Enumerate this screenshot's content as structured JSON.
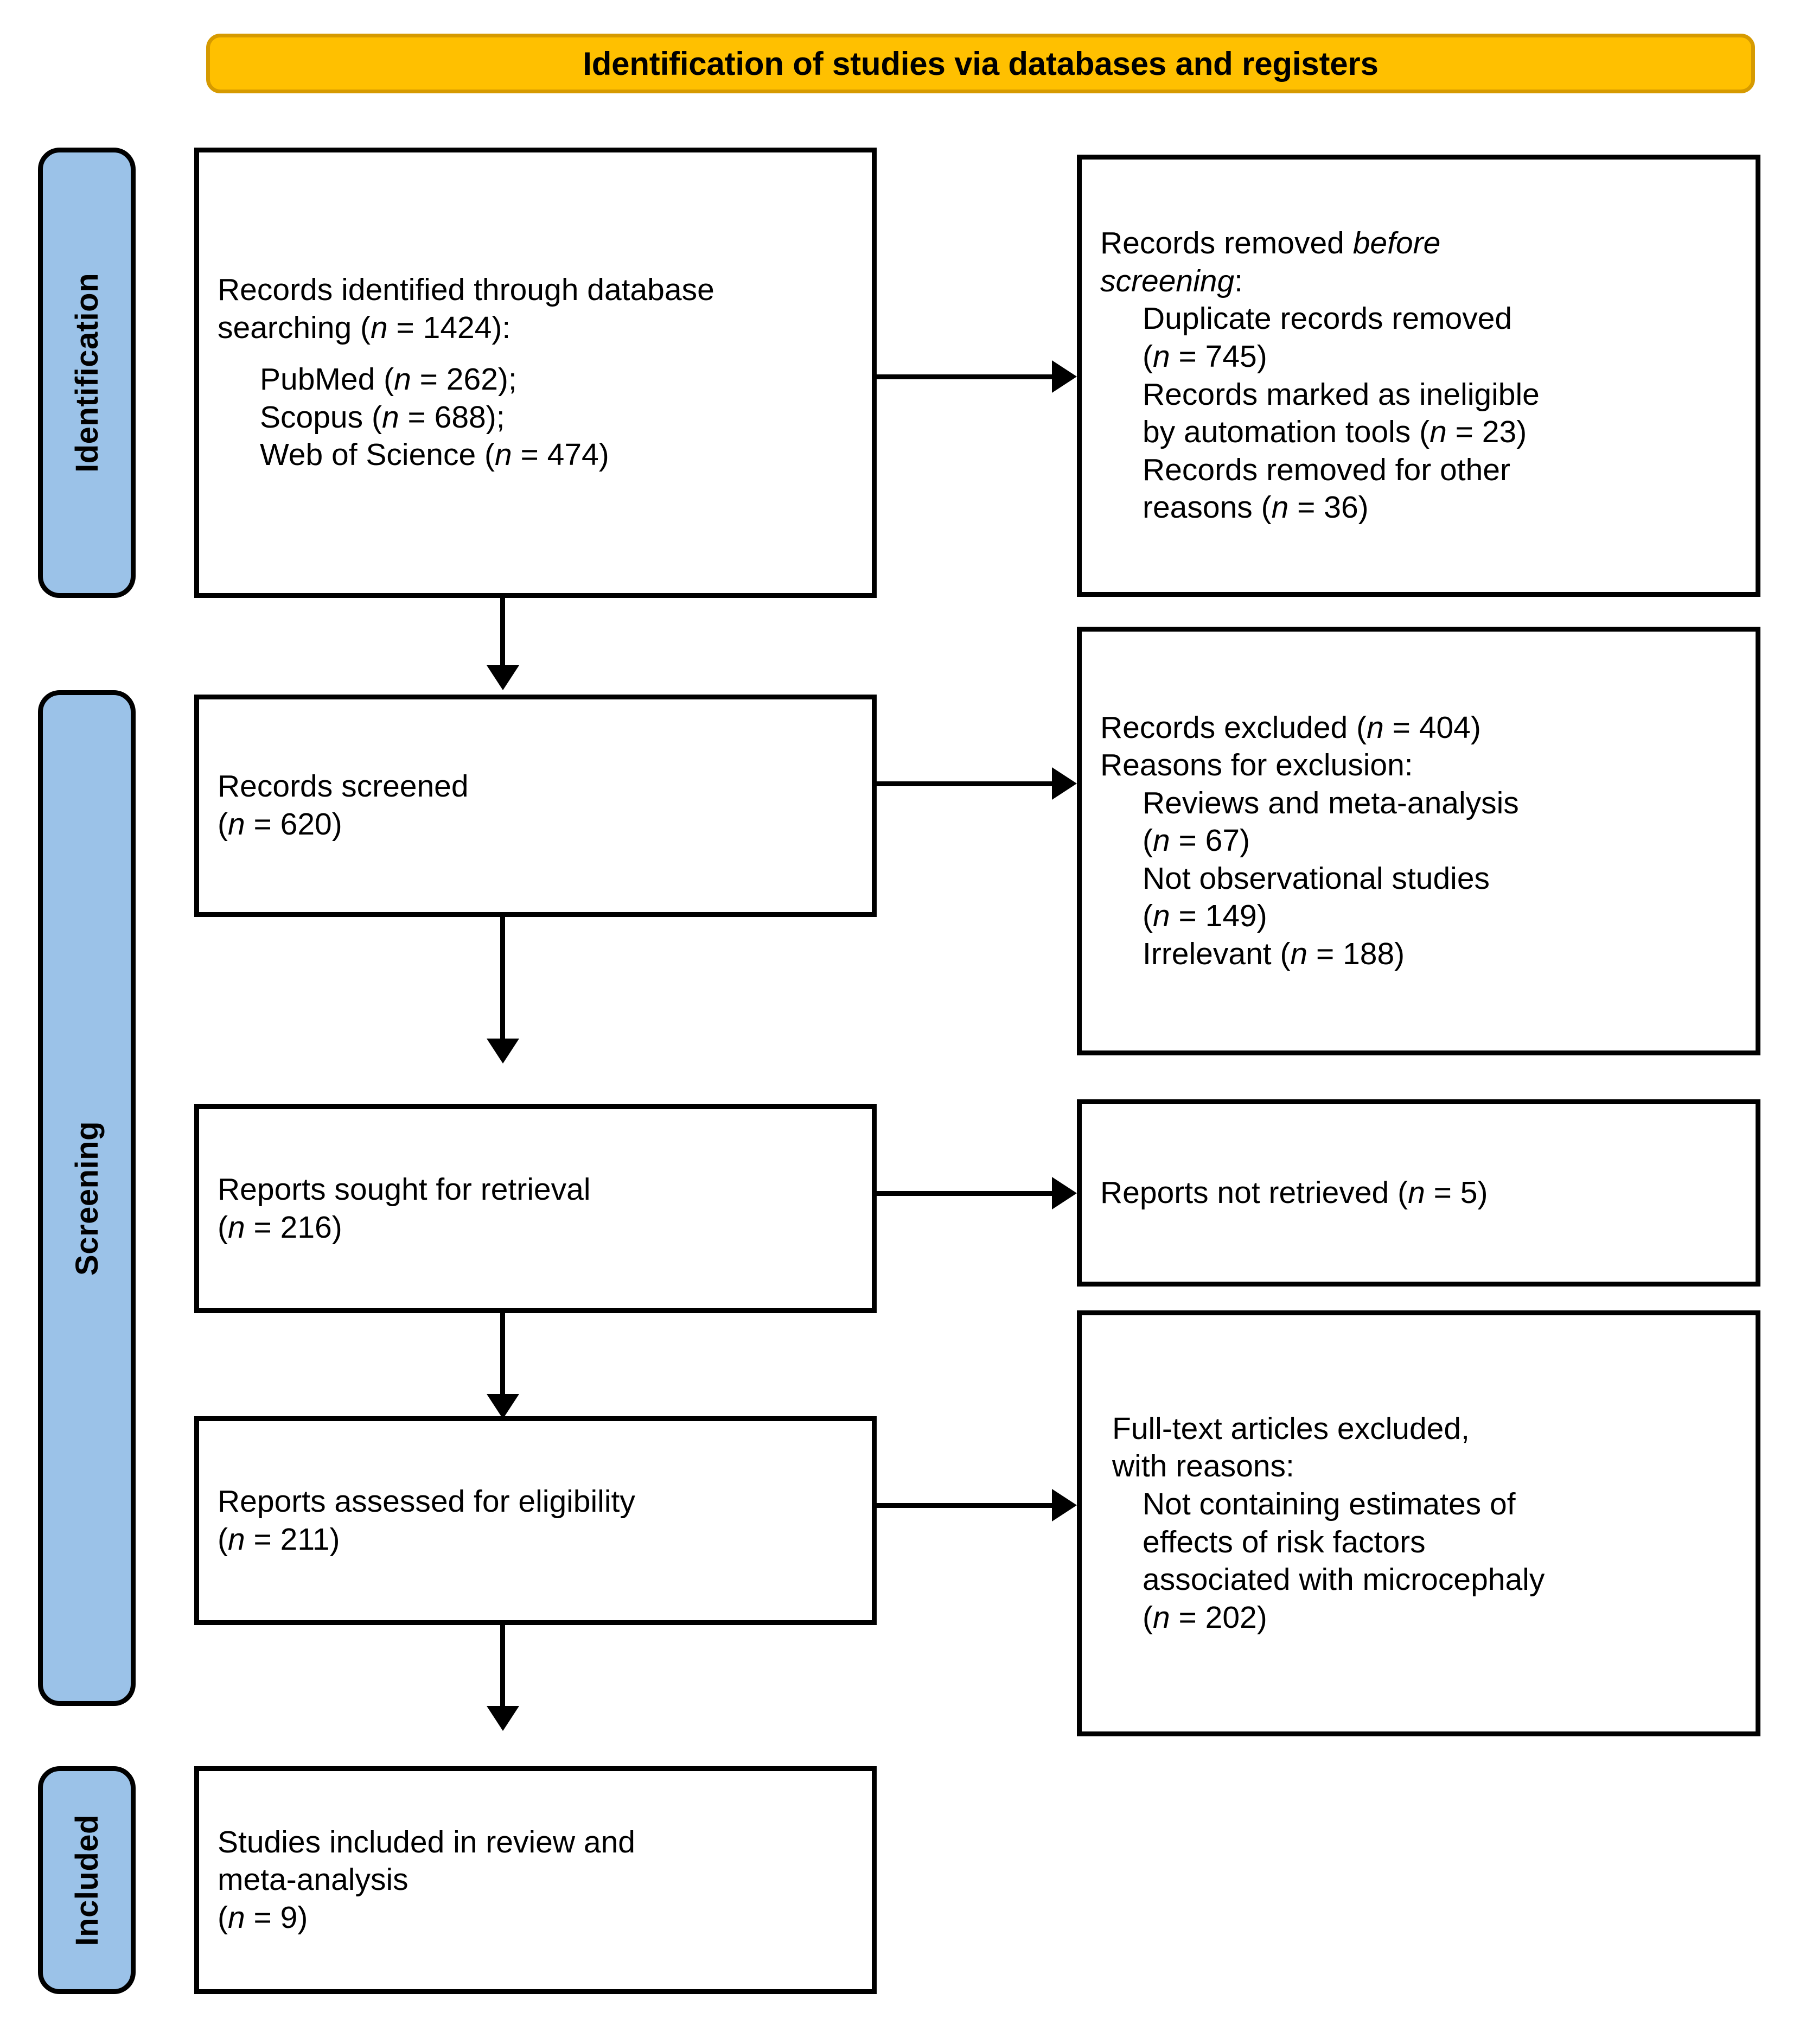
{
  "banner": {
    "title": "Identification of studies via databases and registers"
  },
  "stages": [
    {
      "id": "identification",
      "label": "Identification"
    },
    {
      "id": "screening",
      "label": "Screening"
    },
    {
      "id": "included",
      "label": "Included"
    }
  ],
  "boxes": {
    "records_identified": {
      "l1": "Records identified through database",
      "l2": "searching (",
      "l2_n": "n",
      "l2_tail": " = 1424):",
      "s1_label": "PubMed (",
      "s1_n": "n",
      "s1_tail": " = 262);",
      "s2_label": "Scopus (",
      "s2_n": "n",
      "s2_tail": " = 688);",
      "s3_label": "Web of Science (",
      "s3_n": "n",
      "s3_tail": " = 474)"
    },
    "records_removed": {
      "l1a": "Records removed ",
      "l1b": "before",
      "l2": "screening",
      "l2_tail": ":",
      "s1": "Duplicate records removed",
      "s1b_n": "n",
      "s1b_tail": " = 745)",
      "s2": "Records marked as ineligible",
      "s2b": "by automation tools (",
      "s2b_n": "n",
      "s2b_tail": " = 23)",
      "s3": "Records removed for other",
      "s3b": "reasons (",
      "s3b_n": "n",
      "s3b_tail": " = 36)"
    },
    "records_screened": {
      "l1": "Records screened",
      "l2_n": "n",
      "l2_tail": " = 620)"
    },
    "records_excluded": {
      "l1": "Records excluded (",
      "l1_n": "n",
      "l1_tail": " = 404)",
      "l2": "Reasons for exclusion:",
      "s1": "Reviews and meta-analysis",
      "s1b_n": "n",
      "s1b_tail": " = 67)",
      "s2": "Not observational studies",
      "s2b_n": "n",
      "s2b_tail": " = 149)",
      "s3": "Irrelevant (",
      "s3_n": "n",
      "s3_tail": " = 188)"
    },
    "reports_sought": {
      "l1": "Reports sought for retrieval",
      "l2_n": "n",
      "l2_tail": " = 216)"
    },
    "reports_not_retrieved": {
      "l1": "Reports not retrieved (",
      "l1_n": "n",
      "l1_tail": " = 5)"
    },
    "reports_assessed": {
      "l1": "Reports assessed for eligibility",
      "l2_n": "n",
      "l2_tail": " = 211)"
    },
    "fulltext_excluded": {
      "l1": "Full-text articles excluded,",
      "l2": "with reasons:",
      "s1": "Not containing estimates of",
      "s2": "effects of risk factors",
      "s3": "associated with microcephaly",
      "s4_n": "n",
      "s4_tail": " = 202)"
    },
    "studies_included": {
      "l1": "Studies included in review and",
      "l2": "meta-analysis",
      "l3_n": "n",
      "l3_tail": " = 9)"
    }
  },
  "symbols": {
    "paren_open": "(",
    "n_italic": "n"
  },
  "colors": {
    "banner_fill": "#FFC000",
    "banner_border": "#D69A00",
    "sidebar_fill": "#9BC2E8",
    "stroke": "#000000",
    "box_fill": "#FFFFFF"
  }
}
